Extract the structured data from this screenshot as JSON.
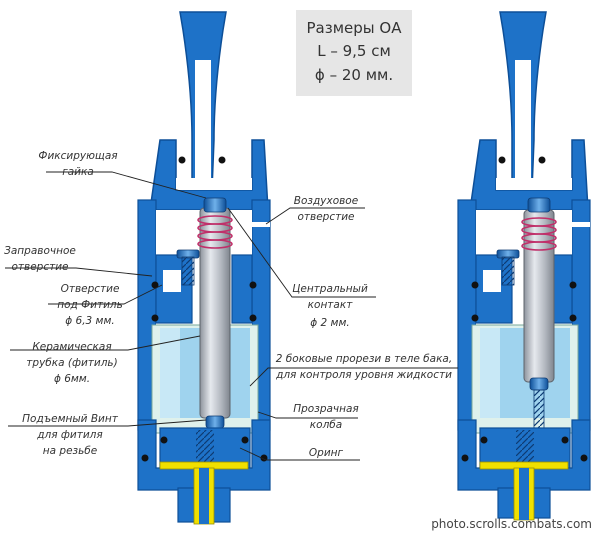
{
  "specs": {
    "line1": "Размеры ОА",
    "line2": "L – 9,5 см",
    "line3": "ϕ – 20 мм."
  },
  "labels": {
    "nut_1": "Фиксирующая",
    "nut_2": "гайка",
    "fill_1": "Заправочное",
    "fill_2": "отверстие",
    "wickhole_1": "Отверстие",
    "wickhole_2": "под Фитиль",
    "wickhole_3": "ϕ 6,3 мм.",
    "ceramic_1": "Керамическая",
    "ceramic_2": "трубка (фитиль)",
    "ceramic_3": "ϕ 6мм.",
    "screw_1": "Подъемный Винт",
    "screw_2": "для фитиля",
    "screw_3": "на резьбе",
    "air_1": "Воздуховое",
    "air_2": "отверстие",
    "contact_1": "Центральный",
    "contact_2": "контакт",
    "contact_3": "ϕ 2 мм.",
    "slots_1": "2 боковые прорези в теле бака,",
    "slots_2": "для контроля уровня жидкости",
    "flask_1": "Прозрачная",
    "flask_2": "колба",
    "oring": "Оринг"
  },
  "watermark": "photo.scrolls.combats.com",
  "colors": {
    "body": "#1e72c8",
    "body_dark": "#0d4f98",
    "liquid": "#9fd3ee",
    "liquid_light": "#c8e8f6",
    "glass": "#dff1ec",
    "coil": "#c0306a",
    "yellow": "#f0e000",
    "tube": "#b9bec6",
    "text": "#333333"
  }
}
